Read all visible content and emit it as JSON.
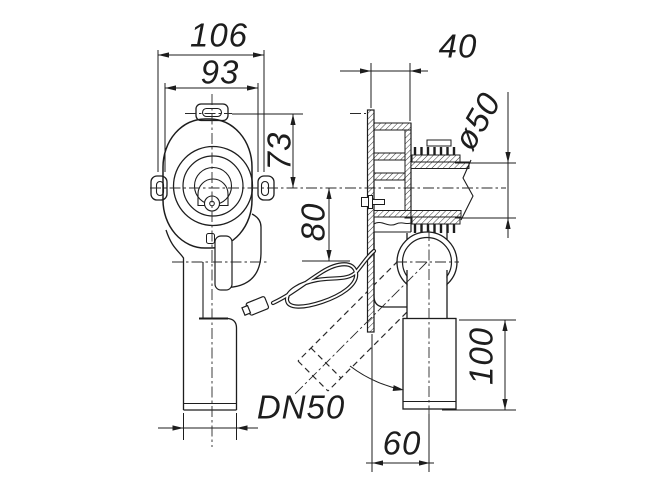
{
  "drawing": {
    "kind": "technical-drawing",
    "subject": "wall-mounted siphon with swivel outlet, front and side views",
    "background_color": "#ffffff",
    "line_color": "#1d1d1d"
  },
  "dimensions": {
    "overall_width": "106",
    "body_width": "93",
    "tab_to_center_height": "73",
    "center_to_outlet_height": "80",
    "wall_projection": "40",
    "inlet_diameter": "ø50",
    "outlet_drop_length": "100",
    "wall_to_outlet_axis": "60",
    "outlet_nominal": "DN50"
  }
}
